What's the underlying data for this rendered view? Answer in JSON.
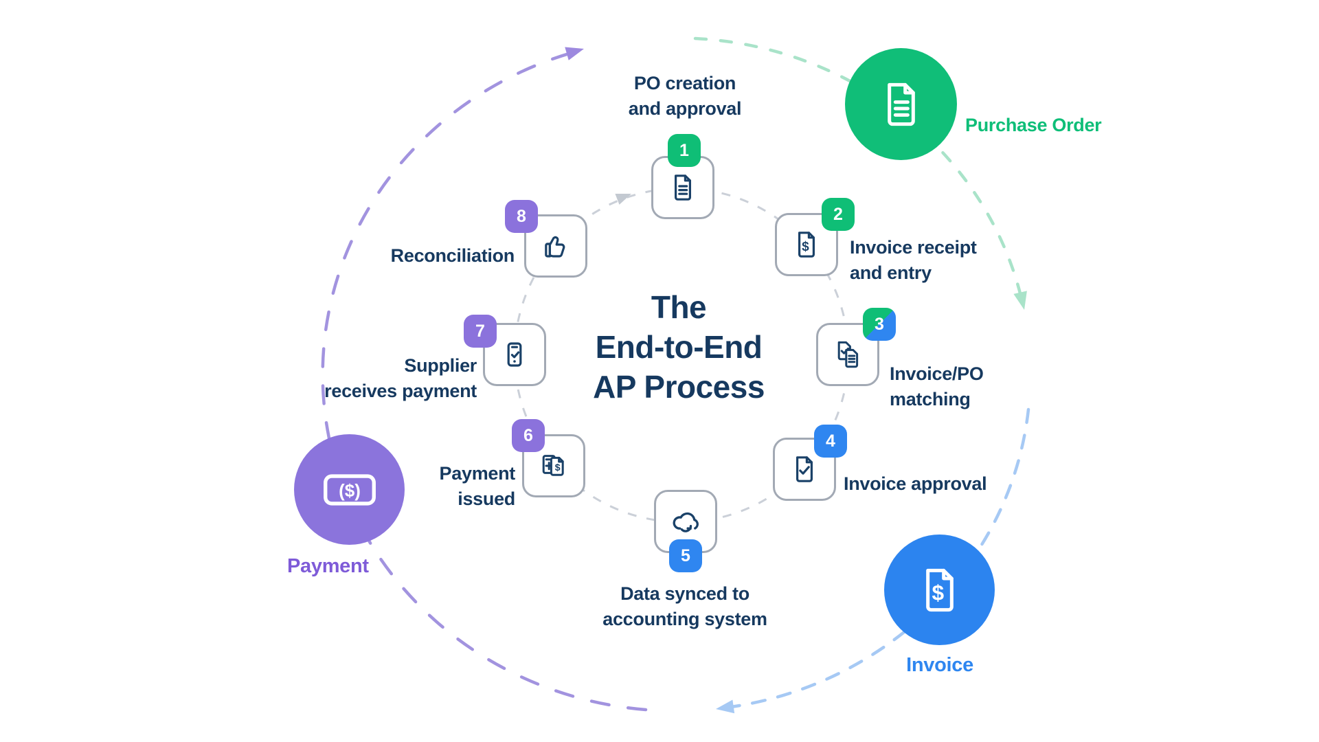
{
  "title": {
    "line1": "The",
    "line2": "End-to-End",
    "line3": "AP Process"
  },
  "steps": [
    {
      "number": "1",
      "badge_color": "green",
      "icon": "document-lines-icon",
      "label_line1": "PO creation",
      "label_line2": "and approval"
    },
    {
      "number": "2",
      "badge_color": "green",
      "icon": "invoice-dollar-icon",
      "label_line1": "Invoice receipt",
      "label_line2": "and entry"
    },
    {
      "number": "3",
      "badge_color": "green-blue-split",
      "icon": "documents-matching-icon",
      "label_line1": "Invoice/PO",
      "label_line2": "matching"
    },
    {
      "number": "4",
      "badge_color": "blue",
      "icon": "document-check-icon",
      "label_line1": "Invoice approval",
      "label_line2": ""
    },
    {
      "number": "5",
      "badge_color": "blue",
      "icon": "cloud-sync-icon",
      "label_line1": "Data synced to",
      "label_line2": "accounting system"
    },
    {
      "number": "6",
      "badge_color": "purple",
      "icon": "calculator-invoice-icon",
      "label_line1": "Payment",
      "label_line2": "issued"
    },
    {
      "number": "7",
      "badge_color": "purple",
      "icon": "phone-check-icon",
      "label_line1": "Supplier",
      "label_line2": "receives payment"
    },
    {
      "number": "8",
      "badge_color": "purple",
      "icon": "thumbs-up-icon",
      "label_line1": "Reconciliation",
      "label_line2": ""
    }
  ],
  "milestones": [
    {
      "label": "Purchase Order",
      "color": "green",
      "icon": "document-lines-icon"
    },
    {
      "label": "Invoice",
      "color": "blue",
      "icon": "invoice-dollar-icon"
    },
    {
      "label": "Payment",
      "color": "purple",
      "icon": "banknote-dollar-icon"
    }
  ],
  "glyphs": {
    "dollar": "$",
    "banknote_dollar": "($)"
  },
  "colors": {
    "green": "#0FBE76",
    "blue": "#2F86F0",
    "purple": "#8B72DC",
    "navy_text": "#16395F",
    "icon_navy": "#1A4168",
    "box_border_gray": "#A2A9B4",
    "inner_ring_gray": "#CBD0D8",
    "arc_green": "#A9E3C9",
    "arc_blue": "#A6C9F4",
    "arc_purple": "#A293DF",
    "po_label_green": "#0EBE78",
    "invoice_label_blue": "#2E86F0",
    "payment_label_purple": "#7E5BD8"
  }
}
